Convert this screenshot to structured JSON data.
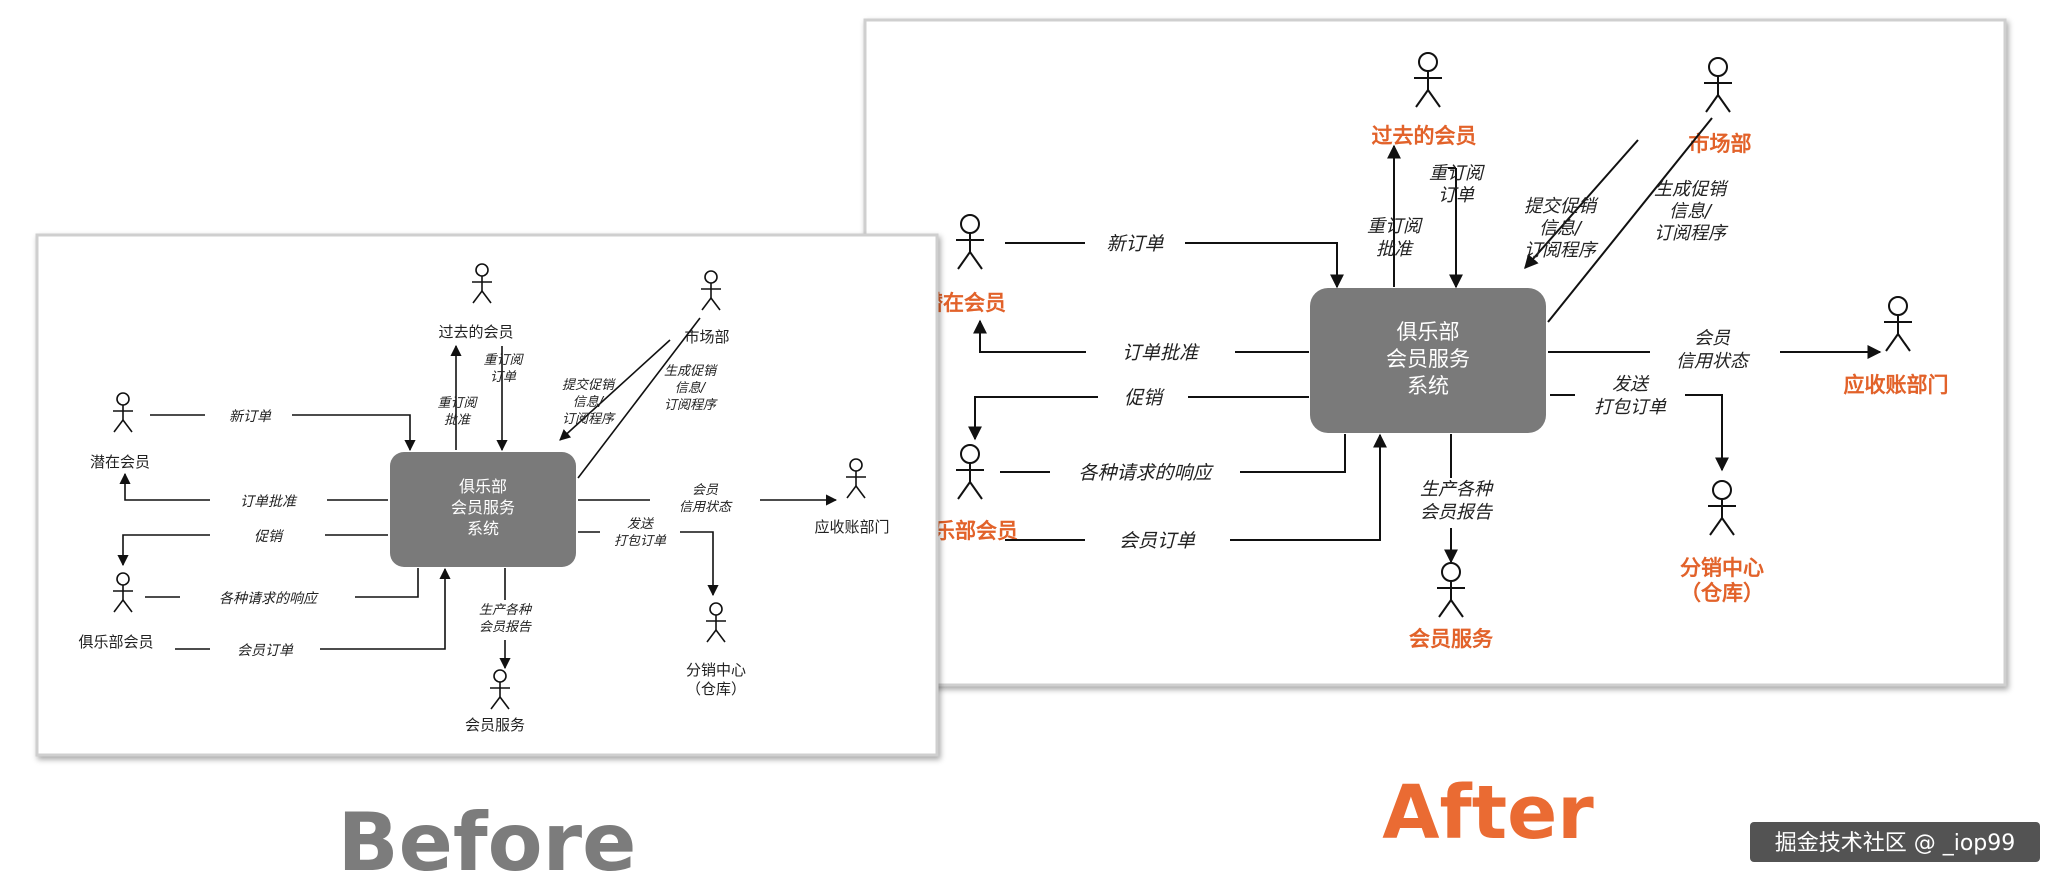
{
  "system_box": [
    "俱乐部",
    "会员服务",
    "系统"
  ],
  "actors": {
    "past_member": "过去的会员",
    "marketing": "市场部",
    "potential_member": "潜在会员",
    "club_member": "俱乐部会员",
    "club_member_cropped": "乐部会员",
    "potential_member_cropped": "潜在会员",
    "receivable": "应收账部门",
    "distribution": [
      "分销中心",
      "（仓库）"
    ],
    "member_service": "会员服务"
  },
  "flows": {
    "new_order": "新订单",
    "order_approval": "订单批准",
    "promotion": "促销",
    "responses": "各种请求的响应",
    "member_order": "会员订单",
    "resubscribe_order": [
      "重订阅",
      "订单"
    ],
    "resubscribe_approval": [
      "重订阅",
      "批准"
    ],
    "submit_promo": [
      "提交促销",
      "信息/",
      "订阅程序"
    ],
    "generate_promo": [
      "生成促销",
      "信息/",
      "订阅程序"
    ],
    "credit_status": [
      "会员",
      "信用状态"
    ],
    "ship_order": [
      "发送",
      "打包订单"
    ],
    "reports": [
      "生产各种",
      "会员报告"
    ]
  },
  "captions": {
    "before": "Before",
    "after": "After"
  },
  "watermark": "掘金技术社区 @ _iop99",
  "colors": {
    "accent": "#e2622a",
    "box": "#7a7a7a"
  }
}
